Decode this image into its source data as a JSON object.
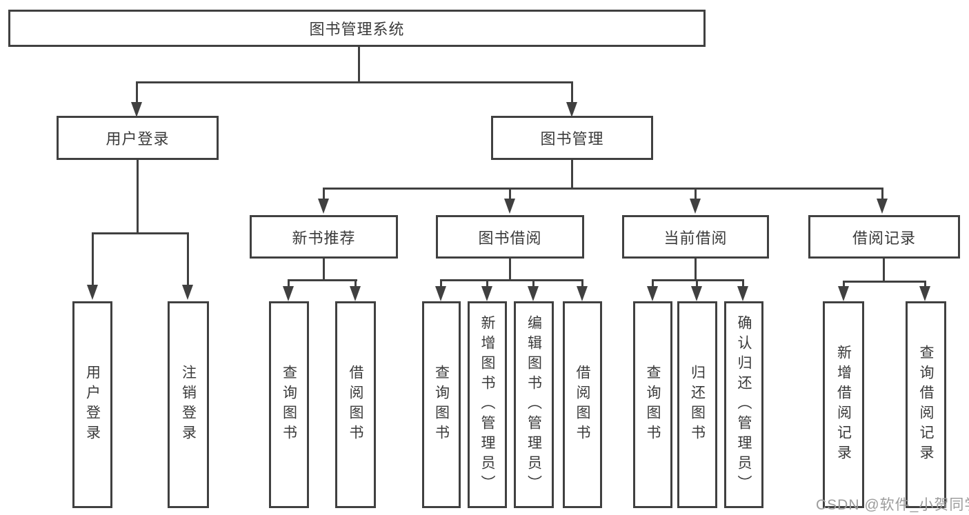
{
  "diagram": {
    "type": "hierarchy-tree",
    "tree": {
      "root": {
        "label": "图书管理系统"
      },
      "branches": [
        {
          "label": "用户登录",
          "children": [
            {
              "label": "用户登录"
            },
            {
              "label": "注销登录"
            }
          ]
        },
        {
          "label": "图书管理",
          "children": [
            {
              "label": "新书推荐",
              "children": [
                {
                  "label": "查询图书"
                },
                {
                  "label": "借阅图书"
                }
              ]
            },
            {
              "label": "图书借阅",
              "children": [
                {
                  "label": "查询图书"
                },
                {
                  "label": "新增图书（管理员）"
                },
                {
                  "label": "编辑图书（管理员）"
                },
                {
                  "label": "借阅图书"
                }
              ]
            },
            {
              "label": "当前借阅",
              "children": [
                {
                  "label": "查询图书"
                },
                {
                  "label": "归还图书"
                },
                {
                  "label": "确认归还（管理员）"
                }
              ]
            },
            {
              "label": "借阅记录",
              "children": [
                {
                  "label": "新增借阅记录"
                },
                {
                  "label": "查询借阅记录"
                }
              ]
            }
          ]
        }
      ]
    },
    "colors": {
      "line": "#404040",
      "text": "#3a3a3a",
      "background": "#ffffff",
      "watermark": "#9c9c9c"
    }
  },
  "watermark": {
    "text": "CSDN @软件_小贺同学"
  }
}
